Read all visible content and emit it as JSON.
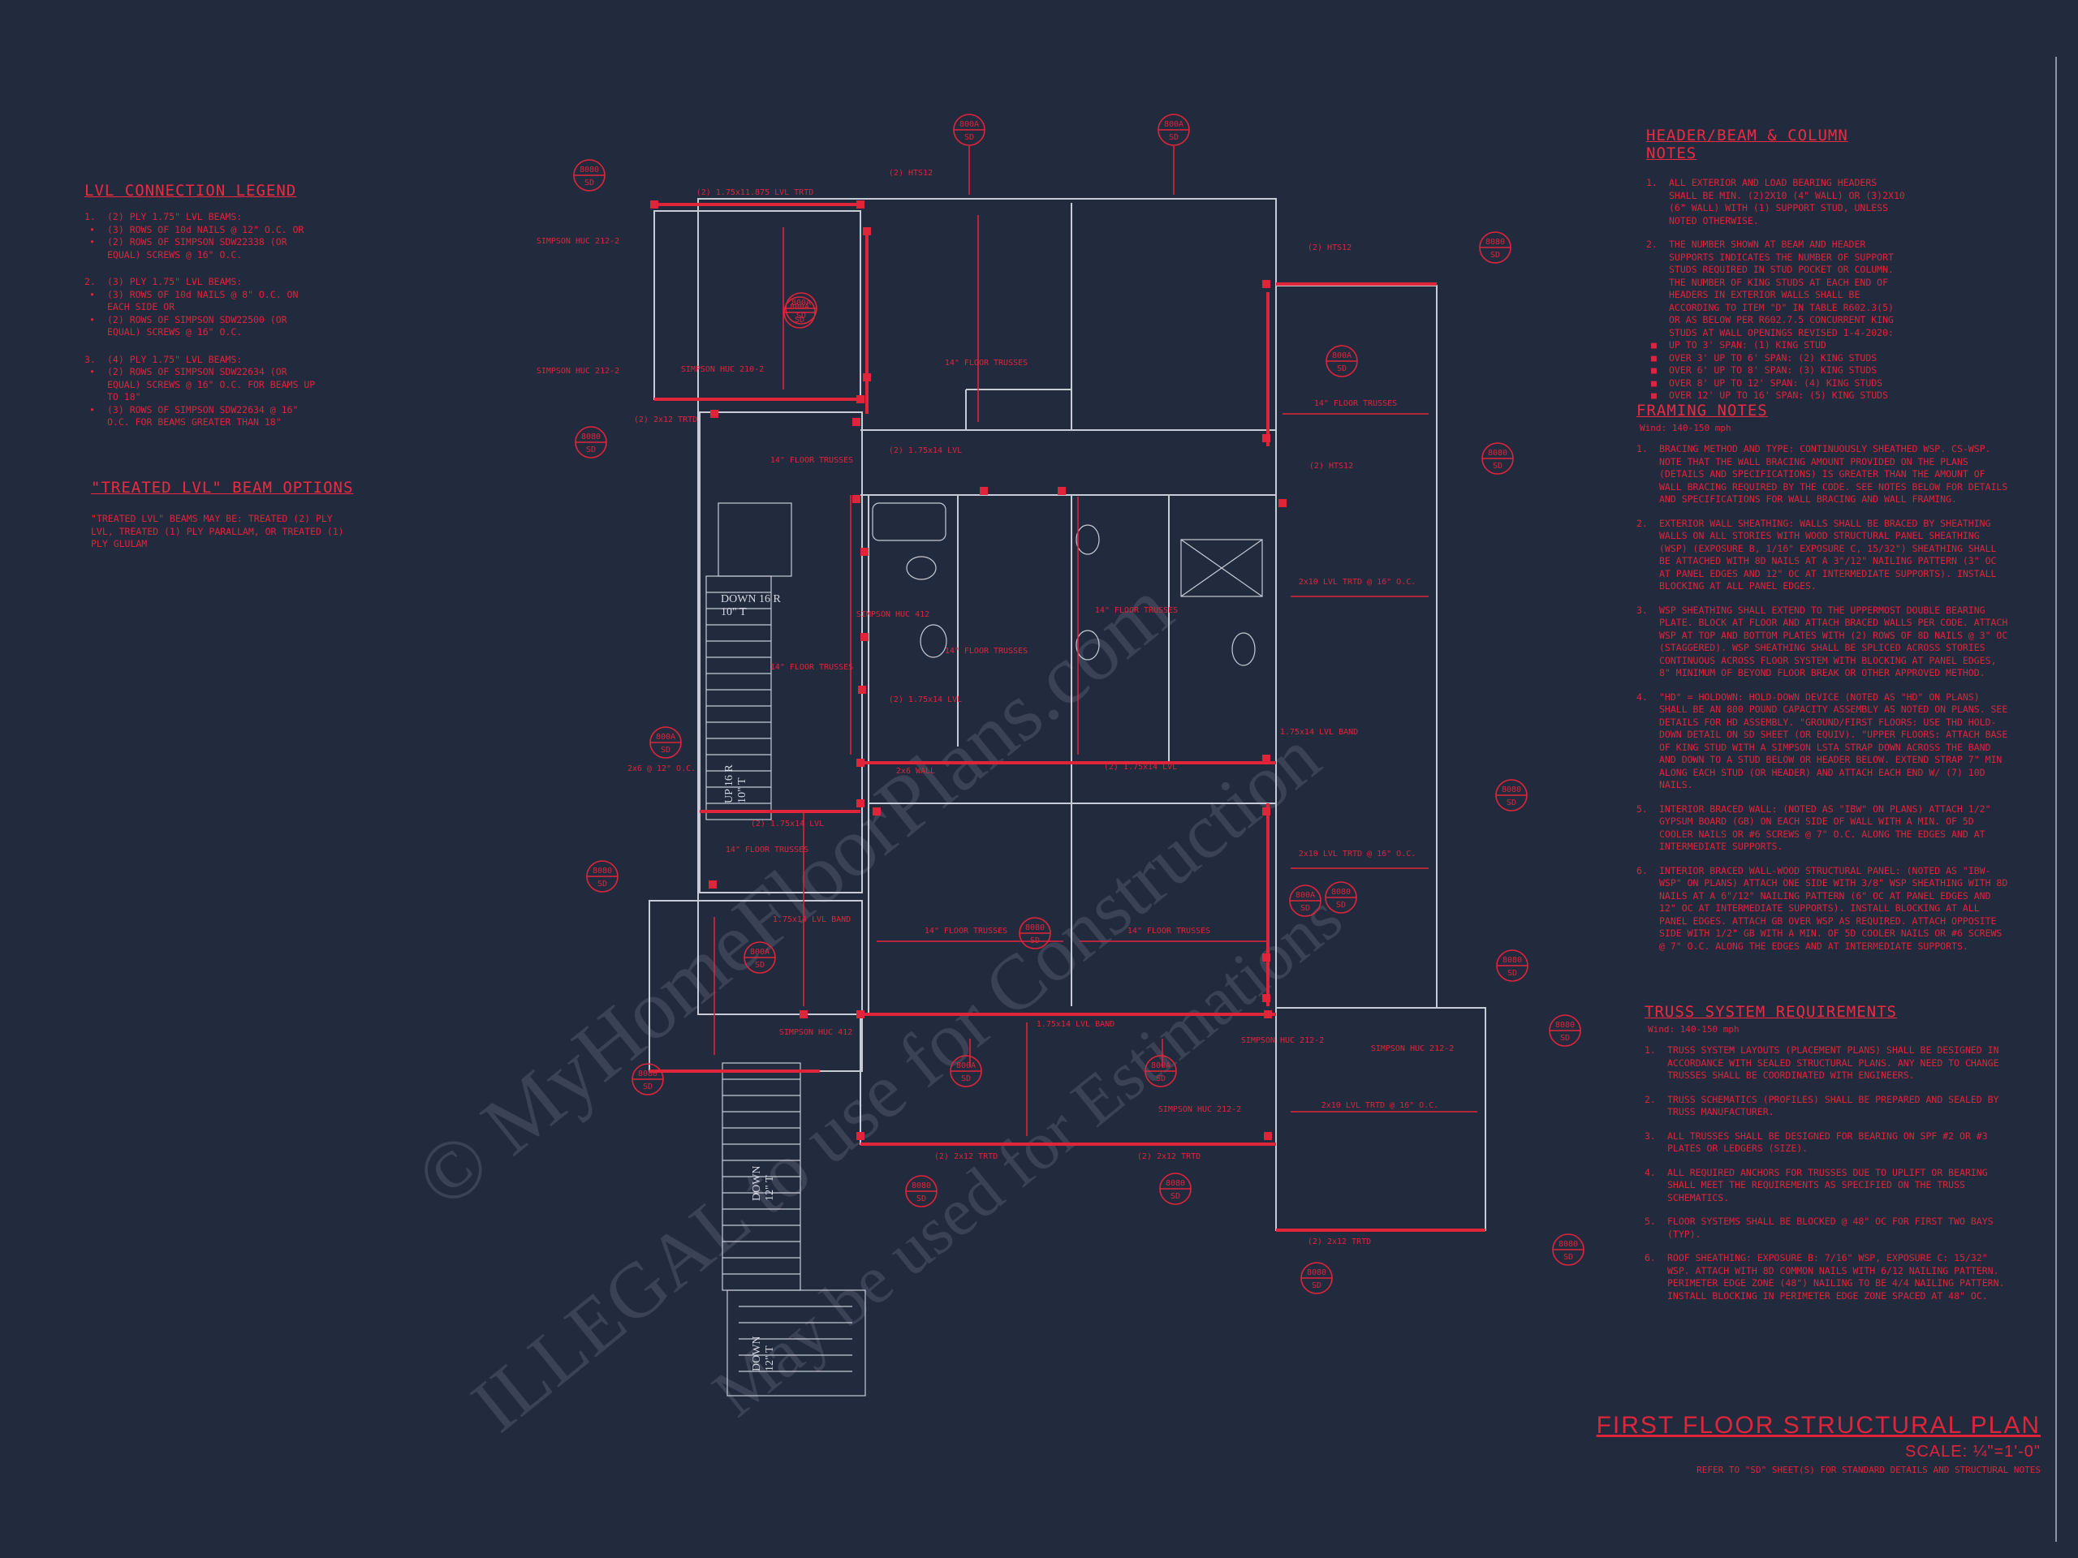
{
  "lvl_legend": {
    "title": "LVL CONNECTION LEGEND",
    "items": [
      {
        "num": "1.",
        "head": "(2) PLY 1.75\" LVL BEAMS:",
        "bullets": [
          "(3) ROWS OF 10d NAILS @ 12\" O.C. OR",
          "(2) ROWS OF SIMPSON SDW22338 (OR EQUAL) SCREWS @ 16\" O.C."
        ]
      },
      {
        "num": "2.",
        "head": "(3) PLY 1.75\" LVL BEAMS:",
        "bullets": [
          "(3) ROWS OF 10d NAILS @ 8\" O.C. ON EACH SIDE OR",
          "(2) ROWS OF SIMPSON SDW22500 (OR EQUAL) SCREWS @ 16\" O.C."
        ]
      },
      {
        "num": "3.",
        "head": "(4) PLY 1.75\" LVL BEAMS:",
        "bullets": [
          "(2) ROWS OF SIMPSON SDW22634 (OR EQUAL) SCREWS @ 16\" O.C. FOR BEAMS UP TO 18\"",
          "(3) ROWS OF SIMPSON SDW22634 @ 16\" O.C. FOR BEAMS GREATER THAN 18\""
        ]
      }
    ]
  },
  "treated": {
    "title": "\"TREATED LVL\" BEAM OPTIONS",
    "text": "\"TREATED LVL\" BEAMS MAY BE: TREATED (2) PLY LVL, TREATED (1) PLY PARALLAM, OR TREATED (1) PLY GLULAM"
  },
  "header_notes": {
    "title": "HEADER/BEAM & COLUMN NOTES",
    "items": [
      {
        "num": "1.",
        "text": "ALL EXTERIOR AND LOAD BEARING HEADERS SHALL BE MIN. (2)2X10 (4\" WALL) OR (3)2X10 (6\" WALL) WITH (1) SUPPORT STUD, UNLESS NOTED OTHERWISE."
      },
      {
        "num": "2.",
        "text": "THE NUMBER SHOWN AT BEAM AND HEADER SUPPORTS INDICATES THE NUMBER OF SUPPORT STUDS REQUIRED IN STUD POCKET OR COLUMN. THE NUMBER OF KING STUDS AT EACH END OF HEADERS IN EXTERIOR WALLS SHALL BE ACCORDING TO ITEM \"d\" IN TABLE R602.3(5) OR AS BELOW PER R602.7.5 CONCURRENT KING STUDS AT WALL OPENINGS REVISED 1-4-2020:"
      }
    ],
    "spans": [
      "UP TO 3' SPAN: (1) KING STUD",
      "OVER 3' UP TO 6' SPAN: (2) KING STUDS",
      "OVER 6' UP TO 8' SPAN: (3) KING STUDS",
      "OVER 8' UP TO 12' SPAN: (4) KING STUDS",
      "OVER 12' UP TO 16' SPAN: (5) KING STUDS"
    ]
  },
  "framing_notes": {
    "title": "FRAMING NOTES",
    "sub": "Wind: 140-150 mph",
    "items": [
      {
        "num": "1.",
        "text": "BRACING METHOD AND TYPE: CONTINUOUSLY SHEATHED WSP. CS-WSP. NOTE THAT THE WALL BRACING AMOUNT PROVIDED ON THE PLANS (DETAILS AND SPECIFICATIONS) IS GREATER THAN THE AMOUNT OF WALL BRACING REQUIRED BY THE CODE. SEE NOTES BELOW FOR DETAILS AND SPECIFICATIONS FOR WALL BRACING AND WALL FRAMING."
      },
      {
        "num": "2.",
        "text": "EXTERIOR WALL SHEATHING: WALLS SHALL BE BRACED BY SHEATHING WALLS ON ALL STORIES WITH WOOD STRUCTURAL PANEL SHEATHING (WSP) (EXPOSURE B, 1/16\" EXPOSURE C, 15/32\") SHEATHING SHALL BE ATTACHED WITH 8d NAILS AT A 3\"/12\" NAILING PATTERN (3\" OC AT PANEL EDGES AND 12\" OC AT INTERMEDIATE SUPPORTS). INSTALL BLOCKING AT ALL PANEL EDGES."
      },
      {
        "num": "3.",
        "text": "WSP SHEATHING SHALL EXTEND TO THE UPPERMOST DOUBLE BEARING PLATE. BLOCK AT FLOOR AND ATTACH BRACED WALLS PER CODE. ATTACH WSP AT TOP AND BOTTOM PLATES WITH (2) ROWS OF 8d NAILS @ 3\" OC (STAGGERED). WSP SHEATHING SHALL BE SPLICED ACROSS STORIES CONTINUOUS ACROSS FLOOR SYSTEM WITH BLOCKING AT PANEL EDGES, 8\" MINIMUM OF BEYOND FLOOR BREAK OR OTHER APPROVED METHOD."
      },
      {
        "num": "4.",
        "text": "\"HD\" = HOLDOWN: HOLD-DOWN DEVICE (NOTED AS \"HD\" ON PLANS) SHALL BE AN 800 POUND CAPACITY ASSEMBLY AS NOTED ON PLANS. SEE DETAILS FOR HD ASSEMBLY. \"GROUND/FIRST FLOORS: USE THD HOLD-DOWN DETAIL ON SD SHEET (OR EQUIV). \"UPPER FLOORS: ATTACH BASE OF KING STUD WITH A SIMPSON LSTA STRAP DOWN ACROSS THE BAND AND DOWN TO A STUD BELOW OR HEADER BELOW. EXTEND STRAP 7\" MIN ALONG EACH STUD (OR HEADER) AND ATTACH EACH END W/ (7) 10d NAILS."
      },
      {
        "num": "5.",
        "text": "INTERIOR BRACED WALL: (NOTED AS \"IBW\" ON PLANS) ATTACH 1/2\" GYPSUM BOARD (GB) ON EACH SIDE OF WALL WITH A MIN. OF 5d COOLER NAILS OR #6 SCREWS @ 7\" O.C. ALONG THE EDGES AND AT INTERMEDIATE SUPPORTS."
      },
      {
        "num": "6.",
        "text": "INTERIOR BRACED WALL-WOOD STRUCTURAL PANEL: (NOTED AS \"IBW-WSP\" ON PLANS) ATTACH ONE SIDE WITH 3/8\" WSP SHEATHING WITH 8d NAILS AT A 6\"/12\" NAILING PATTERN (6\" OC AT PANEL EDGES AND 12\" OC AT INTERMEDIATE SUPPORTS). INSTALL BLOCKING AT ALL PANEL EDGES. ATTACH GB OVER WSP AS REQUIRED. ATTACH OPPOSITE SIDE WITH 1/2\" GB WITH A MIN. OF 5d COOLER NAILS OR #6 SCREWS @ 7\" O.C. ALONG THE EDGES AND AT INTERMEDIATE SUPPORTS."
      }
    ]
  },
  "truss_notes": {
    "title": "TRUSS SYSTEM REQUIREMENTS",
    "sub": "Wind: 140-150 mph",
    "items": [
      {
        "num": "1.",
        "text": "TRUSS SYSTEM LAYOUTS (PLACEMENT PLANS) SHALL BE DESIGNED IN ACCORDANCE WITH SEALED STRUCTURAL PLANS. ANY NEED TO CHANGE TRUSSES SHALL BE COORDINATED WITH ENGINEERS."
      },
      {
        "num": "2.",
        "text": "TRUSS SCHEMATICS (PROFILES) SHALL BE PREPARED AND SEALED BY TRUSS MANUFACTURER."
      },
      {
        "num": "3.",
        "text": "ALL TRUSSES SHALL BE DESIGNED FOR BEARING ON SPF #2 OR #3 PLATES OR LEDGERS (SIZE)."
      },
      {
        "num": "4.",
        "text": "ALL REQUIRED ANCHORS FOR TRUSSES DUE TO UPLIFT OR BEARING SHALL MEET THE REQUIREMENTS AS SPECIFIED ON THE TRUSS SCHEMATICS."
      },
      {
        "num": "5.",
        "text": "FLOOR SYSTEMS SHALL BE BLOCKED @ 48\" OC FOR FIRST TWO BAYS (TYP)."
      },
      {
        "num": "6.",
        "text": "ROOF SHEATHING: EXPOSURE B: 7/16\" WSP, EXPOSURE C: 15/32\" WSP. ATTACH WITH 8d COMMON NAILS WITH 6/12 NAILING PATTERN. PERIMETER EDGE ZONE (48\") NAILING TO BE 4/4 NAILING PATTERN. INSTALL BLOCKING IN PERIMETER EDGE ZONE SPACED AT 48\" OC."
      }
    ]
  },
  "title_block": {
    "title": "FIRST FLOOR STRUCTURAL PLAN",
    "scale": "SCALE: ¼\"=1'-0\"",
    "refer": "REFER TO \"SD\" SHEET(S) FOR STANDARD DETAILS AND STRUCTURAL NOTES"
  },
  "watermark": {
    "line1": "© MyHomeFloorPlans.com",
    "line2": "ILLEGAL to use for Construction",
    "line3": "May be used for Estimations"
  },
  "plan": {
    "stair_labels": {
      "down1": "DOWN 16 R",
      "down1b": "10\" T",
      "up": "UP 16 R",
      "upb": "10\" T",
      "down2": "DOWN",
      "down2b": "12\" T",
      "down3": "DOWN",
      "down3b": "12\" T"
    },
    "labels": {
      "floor_trusses": "14\" FLOOR TRUSSES",
      "lvl_band": "1.75x14 LVL BAND",
      "lvl_1": "(2) 1.75x14 LVL",
      "beam_top": "(2) 1.75x11.875 LVL TRTD",
      "h1": "(2) HTS12",
      "h2": "(2) HTS12",
      "h3": "(2) HTS12",
      "simpson1": "SIMPSON HUC 212-2",
      "simpson2": "SIMPSON HUC 212-2",
      "simpson3": "SIMPSON HUC 210-2",
      "simpson4": "SIMPSON HUC 412",
      "simpson5": "SIMPSON HUC 412",
      "simpson6": "SIMPSON HUC 212-2",
      "simpson7": "SIMPSON HUC 212-2",
      "simpson8": "SIMPSON HUC 212-2",
      "joist1": "2x10 LVL TRTD @ 16\" O.C.",
      "joist2": "2x10 LVL TRTD @ 16\" O.C.",
      "joist3": "2x10 LVL TRTD @ 16\" O.C.",
      "trtd1": "(2) 2x12 TRTD",
      "trtd2": "(2) 2x12 TRTD",
      "trtd3": "(2) 2x12 TRTD",
      "trtd4": "(2) 2x12 TRTD",
      "wall2x6": "2x6 @ 12\" O.C.",
      "hall": "2x6 WALL"
    },
    "detail_tags": [
      "8080 SD",
      "800A SD",
      "800A SD",
      "8080 SD",
      "800A SD",
      "8080 SD",
      "800A SD",
      "8080 SD",
      "8080 SD",
      "8080 SD",
      "800A SD",
      "8080 SD",
      "800A SD",
      "8080 SD",
      "8080 SD",
      "800A SD",
      "800A SD",
      "8080 SD",
      "8080 SD",
      "8080 SD",
      "8080 SD",
      "8080 SD",
      "800A SD",
      "8080 SD",
      "800A SD"
    ]
  }
}
